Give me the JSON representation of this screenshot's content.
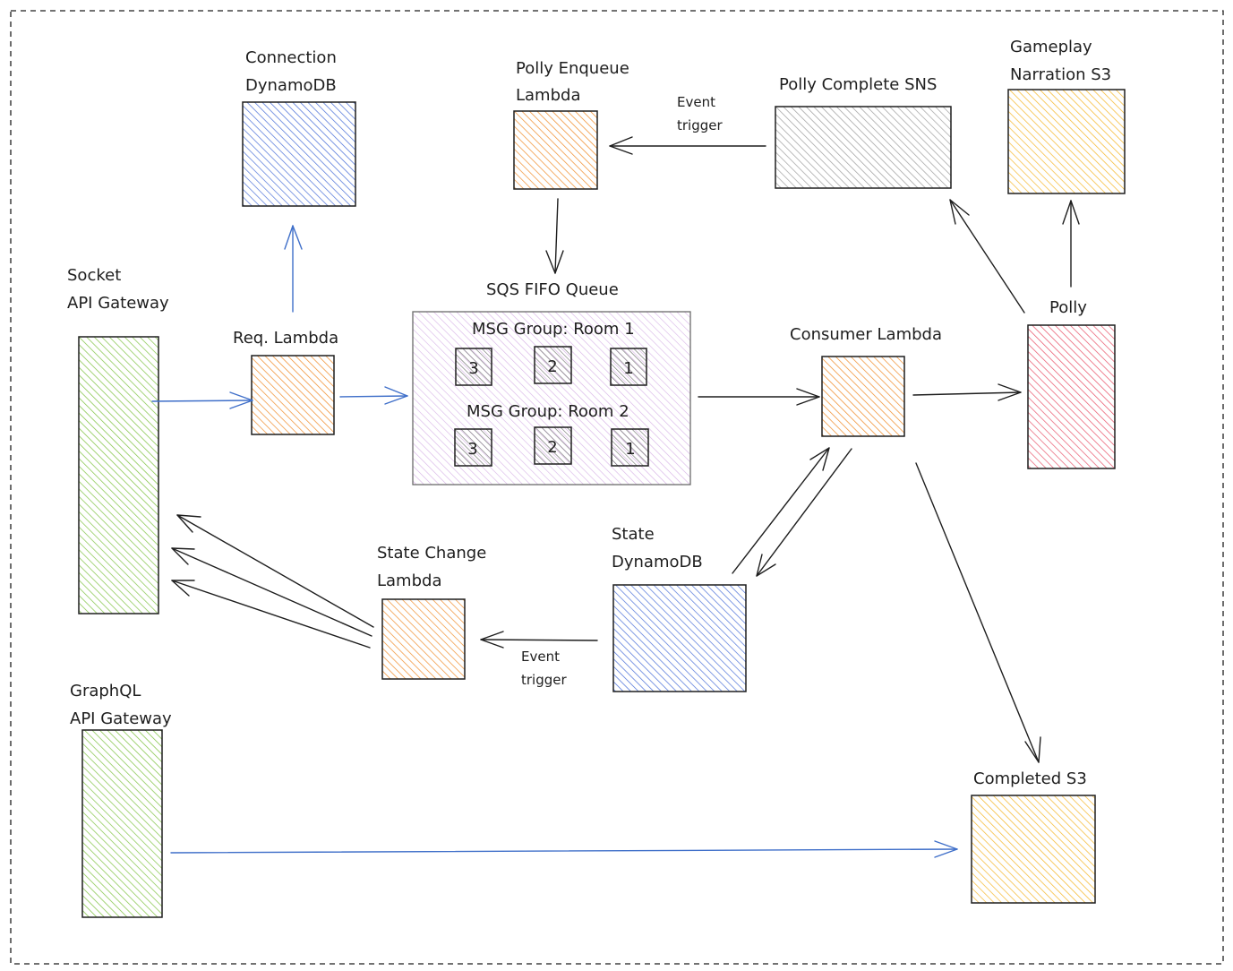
{
  "colors": {
    "blue": "#4a6fd8",
    "orange": "#f08c2a",
    "green": "#7fc241",
    "gray": "#9e9e9e",
    "yellow": "#f5b72a",
    "red": "#e8546a",
    "purple": "#c08ad8",
    "darkgray": "#6b6b6b",
    "ink": "#1e1e1e",
    "edge_blue": "#3f6fc9"
  },
  "nodes": {
    "connection_db": {
      "label_line1": "Connection",
      "label_line2": "DynamoDB"
    },
    "polly_enqueue": {
      "label_line1": "Polly Enqueue",
      "label_line2": "Lambda"
    },
    "polly_complete_sns": {
      "label": "Polly Complete SNS"
    },
    "gameplay_s3": {
      "label_line1": "Gameplay",
      "label_line2": "Narration S3"
    },
    "socket_api": {
      "label_line1": "Socket",
      "label_line2": "API Gateway"
    },
    "req_lambda": {
      "label": "Req. Lambda"
    },
    "sqs_queue": {
      "label": "SQS FIFO Queue",
      "group1": {
        "label": "MSG Group: Room 1",
        "messages": [
          "3",
          "2",
          "1"
        ]
      },
      "group2": {
        "label": "MSG Group: Room 2",
        "messages": [
          "3",
          "2",
          "1"
        ]
      }
    },
    "consumer_lambda": {
      "label": "Consumer Lambda"
    },
    "polly": {
      "label": "Polly"
    },
    "state_change_lambda": {
      "label_line1": "State Change",
      "label_line2": "Lambda"
    },
    "state_db": {
      "label_line1": "State",
      "label_line2": "DynamoDB"
    },
    "graphql_api": {
      "label_line1": "GraphQL",
      "label_line2": "API Gateway"
    },
    "completed_s3": {
      "label": "Completed S3"
    }
  },
  "edge_labels": {
    "sns_trigger": {
      "line1": "Event",
      "line2": "trigger"
    },
    "state_trigger": {
      "line1": "Event",
      "line2": "trigger"
    }
  }
}
